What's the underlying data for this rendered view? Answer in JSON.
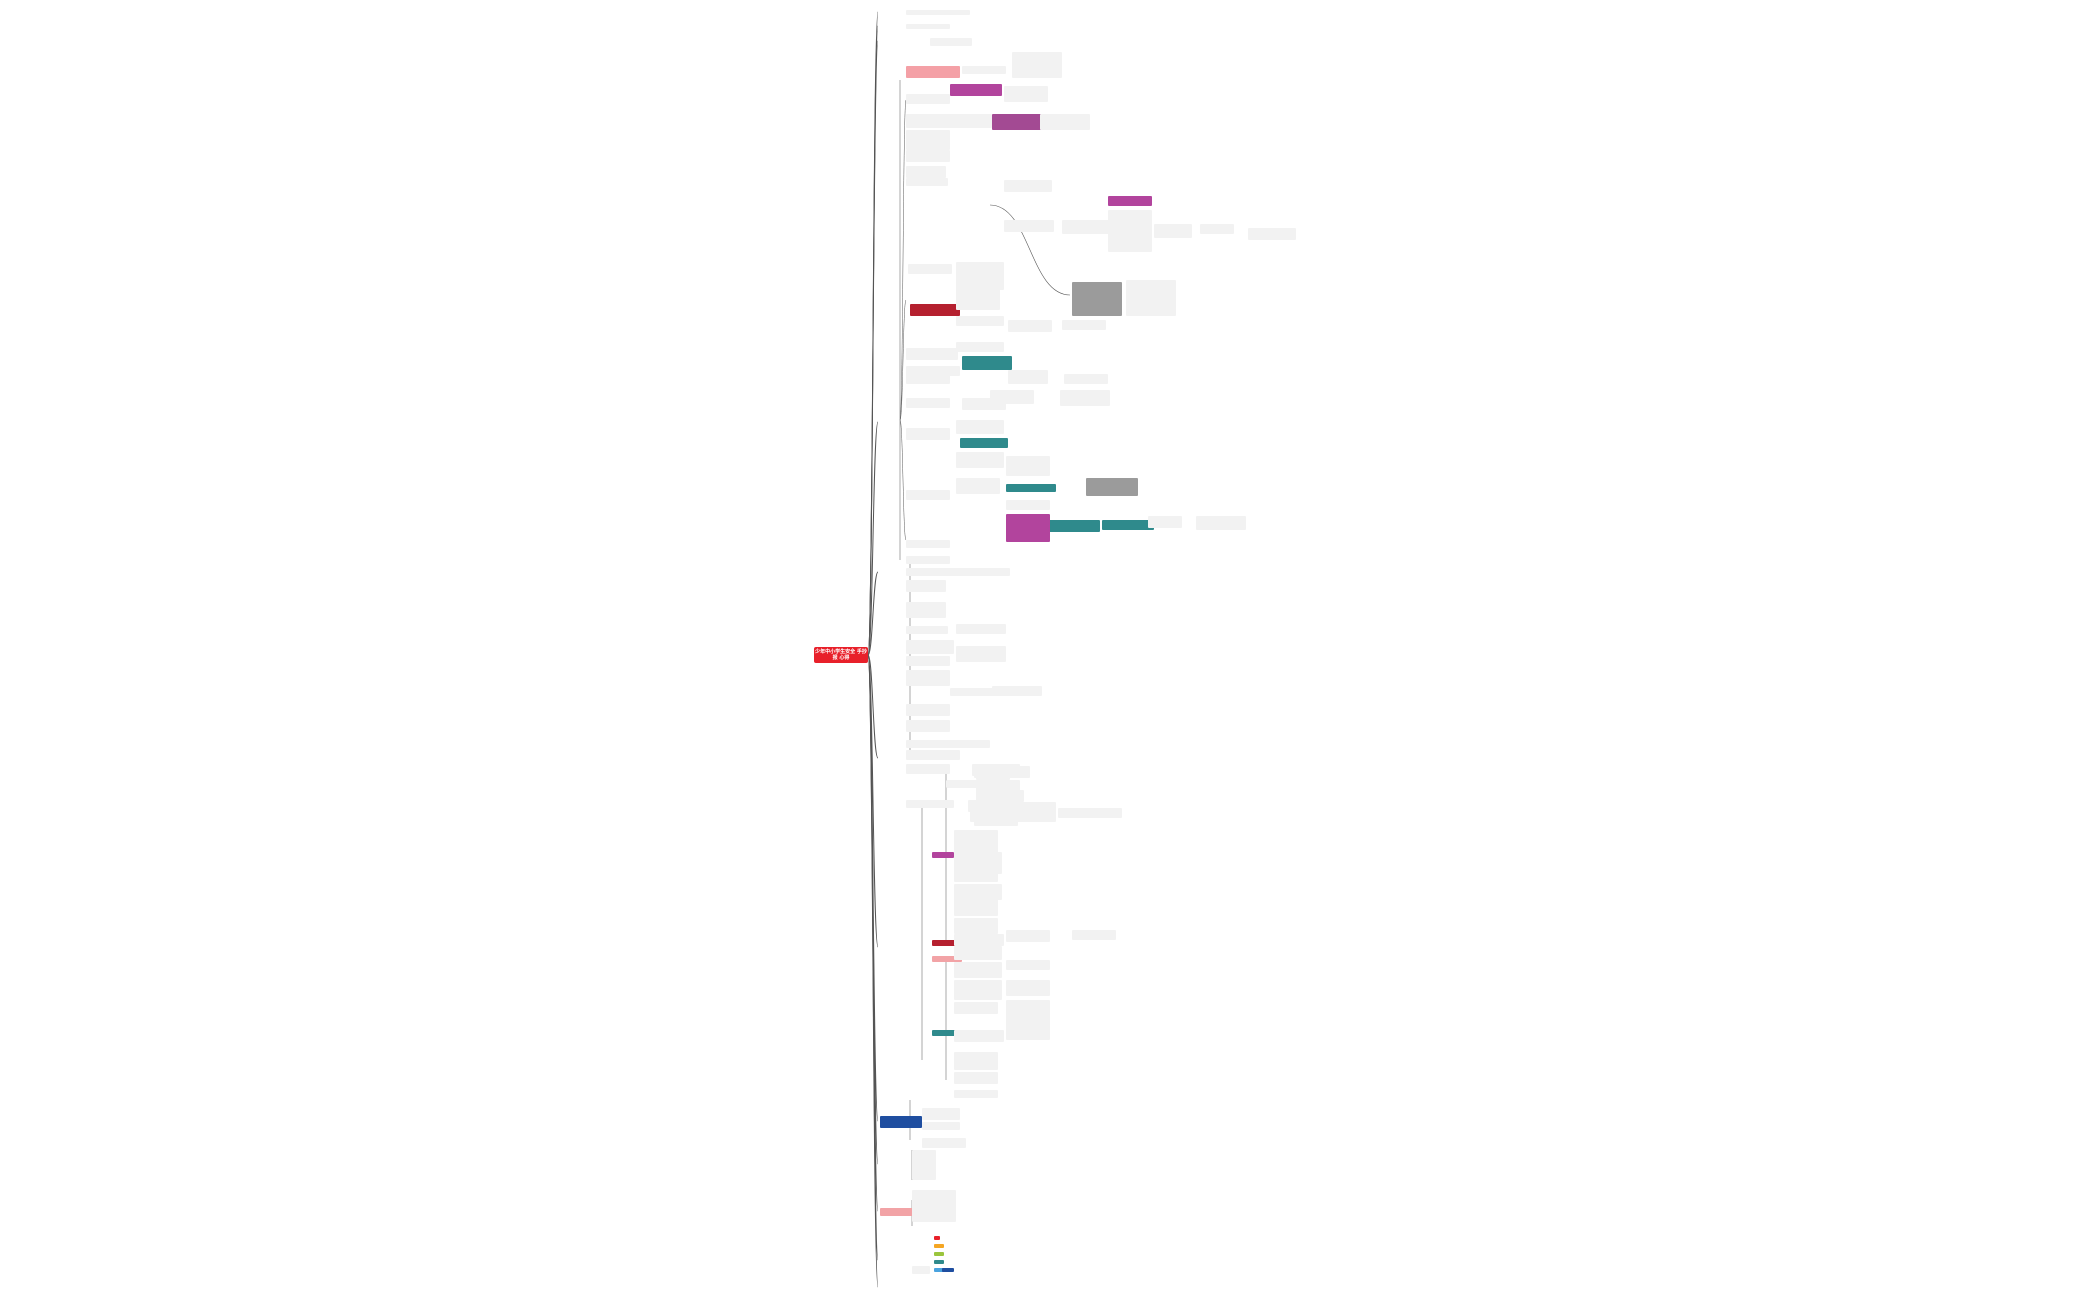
{
  "root": {
    "label": "少年中小学生安全 手抄报 心得"
  },
  "colors": {
    "root": "#e8202a",
    "pink": "#f4a0a6",
    "magenta": "#b2449d",
    "teal": "#2f8a8c",
    "gray": "#9b9b9b",
    "blue": "#1f4ea0",
    "link": "#555555"
  },
  "branches": [
    {
      "label": "",
      "style": "plain"
    },
    {
      "label": "",
      "style": "plain"
    },
    {
      "label": "",
      "style": "plain"
    },
    {
      "label": "",
      "style": "plain"
    },
    {
      "label": "",
      "style": "plain"
    },
    {
      "label": "",
      "style": "plain"
    },
    {
      "label": "",
      "style": "plain"
    },
    {
      "label": "",
      "style": "blue"
    },
    {
      "label": "",
      "style": "plain"
    },
    {
      "label": "",
      "style": "salmon"
    },
    {
      "label": "",
      "style": "plain"
    },
    {
      "label": "",
      "style": "plain"
    }
  ]
}
